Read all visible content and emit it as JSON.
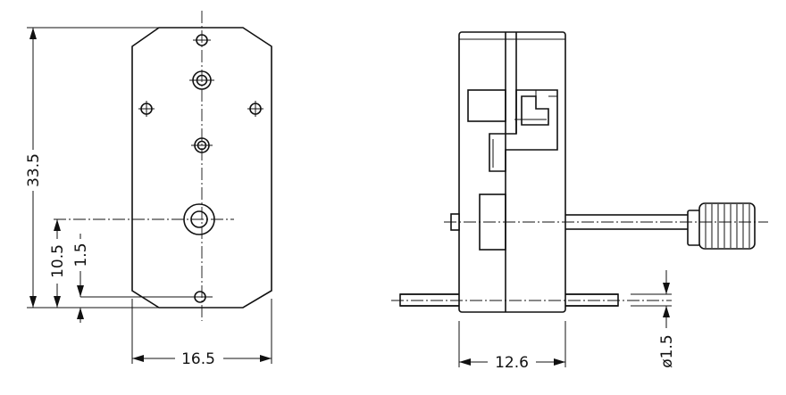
{
  "dimensions": {
    "height_total": "33.5",
    "height_shaft": "10.5",
    "height_hole_offset": "1.5",
    "width_front": "16.5",
    "width_side": "12.6",
    "pin_diameter": "ø1.5"
  }
}
